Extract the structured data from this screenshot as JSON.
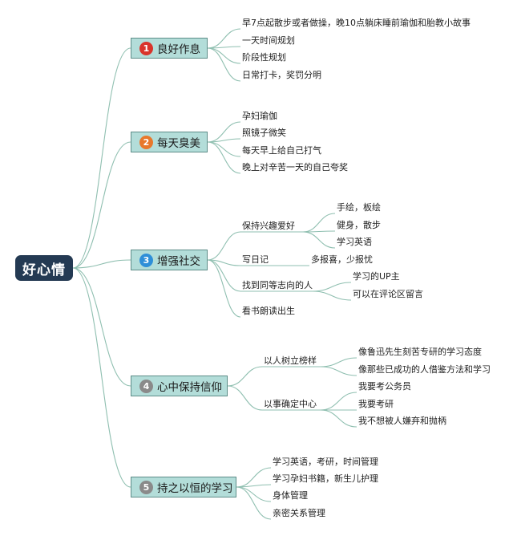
{
  "root": "好心情",
  "colors": {
    "line": "#8fbfb0",
    "root_bg": "#243a53",
    "branch_bg": "#b3ddd9"
  },
  "branches": [
    {
      "num": "1",
      "label": "良好作息",
      "badge_color": "#d9342b",
      "items": [
        "早7点起散步或者做操，晚10点躺床睡前瑜伽和胎教小故事",
        "一天时间规划",
        "阶段性规划",
        "日常打卡，奖罚分明"
      ]
    },
    {
      "num": "2",
      "label": "每天臭美",
      "badge_color": "#e8782b",
      "items": [
        "孕妇瑜伽",
        "照镜子微笑",
        "每天早上给自己打气",
        "晚上对辛苦一天的自己夸奖"
      ]
    },
    {
      "num": "3",
      "label": "增强社交",
      "badge_color": "#2f8fd8",
      "items": [
        {
          "label": "保持兴趣爱好",
          "children": [
            "手绘，板绘",
            "健身，散步",
            "学习英语"
          ]
        },
        {
          "label": "写日记",
          "children": [
            "多报喜，少报忧"
          ]
        },
        {
          "label": "找到同等志向的人",
          "children": [
            "学习的UP主",
            "可以在评论区留言"
          ]
        },
        {
          "label": "看书朗读出生",
          "children": []
        }
      ]
    },
    {
      "num": "4",
      "label": "心中保持信仰",
      "badge_color": "#8a8a8a",
      "items": [
        {
          "label": "以人树立榜样",
          "children": [
            "像鲁迅先生刻苦专研的学习态度",
            "像那些已成功的人借鉴方法和学习"
          ]
        },
        {
          "label": "以事确定中心",
          "children": [
            "我要考公务员",
            "我要考研",
            "我不想被人嫌弃和抛柄"
          ]
        }
      ]
    },
    {
      "num": "5",
      "label": "持之以恒的学习",
      "badge_color": "#8a8a8a",
      "items": [
        "学习英语，考研，时间管理",
        "学习孕妇书籍，新生儿护理",
        "身体管理",
        "亲密关系管理"
      ]
    }
  ]
}
